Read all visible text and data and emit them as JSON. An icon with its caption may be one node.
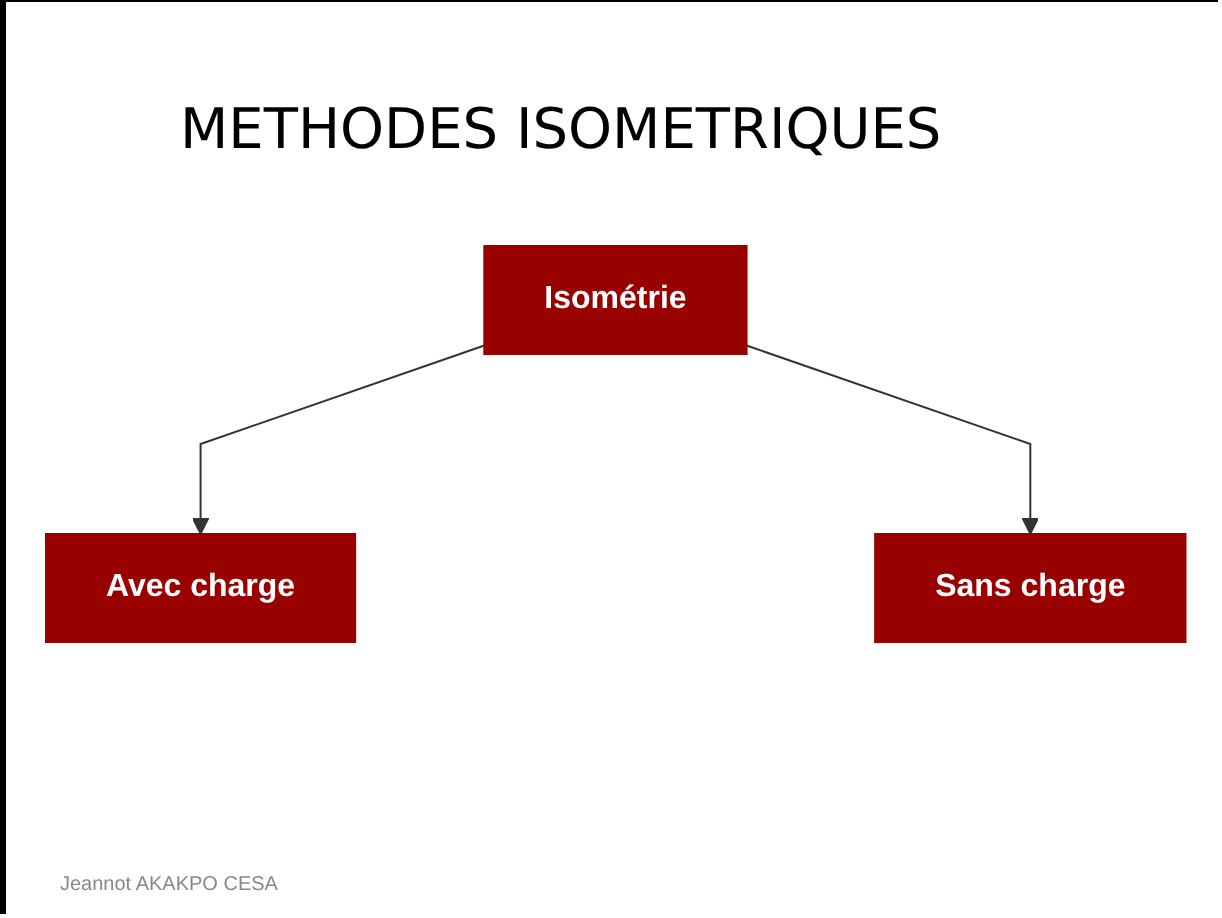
{
  "diagram": {
    "title": "METHODES ISOMETRIQUES",
    "nodes": [
      {
        "text": [
          "Isométrie"
        ]
      },
      {
        "text": [
          "Avec charge"
        ]
      },
      {
        "text": [
          "Sans charge"
        ]
      }
    ],
    "edges": [
      {
        "from": 0,
        "to": 1,
        "arrow": "to"
      },
      {
        "from": 0,
        "to": 2,
        "arrow": "to"
      }
    ],
    "labels": [
      "Jeannot AKAKPO CESA"
    ]
  }
}
